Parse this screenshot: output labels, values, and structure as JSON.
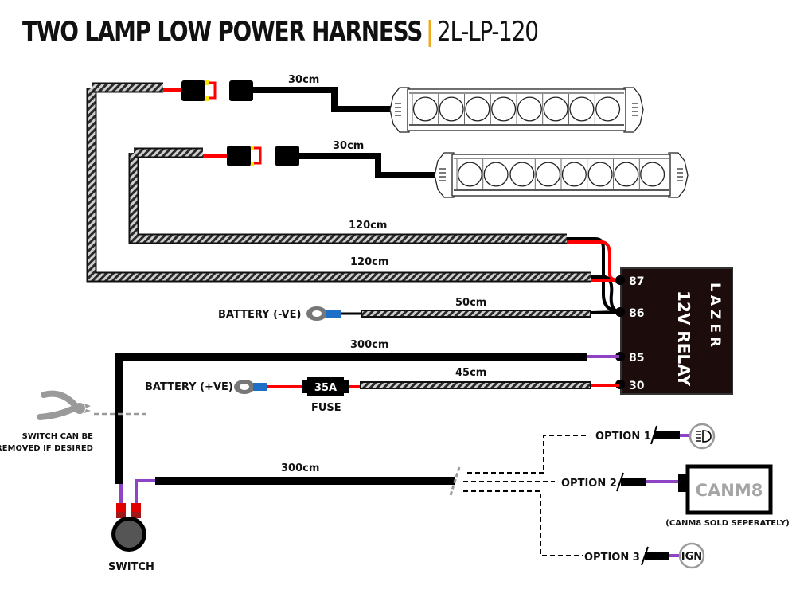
{
  "header": {
    "title": "TWO LAMP LOW POWER HARNESS",
    "separator": "|",
    "product_code": "2L-LP-120"
  },
  "colors": {
    "accent": "#f0a81c",
    "wire_black": "#000000",
    "wire_red": "#ff0000",
    "wire_purple": "#8e44c4",
    "connector_yellow": "#ffe600",
    "terminal_blue": "#1e6fc8",
    "relay_body": "#1c0c0c",
    "sheath_grey": "#9a9a9a",
    "option_grey": "#999999"
  },
  "lamps": [
    {
      "name": "lamp-1",
      "lens_count": 8,
      "lead_length": "30cm"
    },
    {
      "name": "lamp-2",
      "lens_count": 8,
      "lead_length": "30cm"
    }
  ],
  "cables": {
    "lamp1_feed": "120cm",
    "lamp2_feed": "120cm",
    "battery_negative": "50cm",
    "switch_feed": "300cm",
    "battery_positive": "45cm",
    "trigger": "300cm"
  },
  "relay": {
    "label": "12V RELAY",
    "brand": "LAZER",
    "pins": [
      "87",
      "86",
      "85",
      "30"
    ]
  },
  "battery_negative_label": "BATTERY (-VE)",
  "battery_positive_label": "BATTERY (+VE)",
  "fuse": {
    "rating": "35A",
    "label": "FUSE"
  },
  "switch": {
    "label": "SWITCH",
    "note_line1": "SWITCH CAN BE",
    "note_line2": "REMOVED IF DESIRED"
  },
  "options": [
    {
      "label": "OPTION 1",
      "target": "headlight",
      "icon": "high-beam-icon"
    },
    {
      "label": "OPTION 2",
      "target": "CANM8",
      "note": "(CANM8 SOLD SEPERATELY)"
    },
    {
      "label": "OPTION 3",
      "target": "IGN"
    }
  ]
}
